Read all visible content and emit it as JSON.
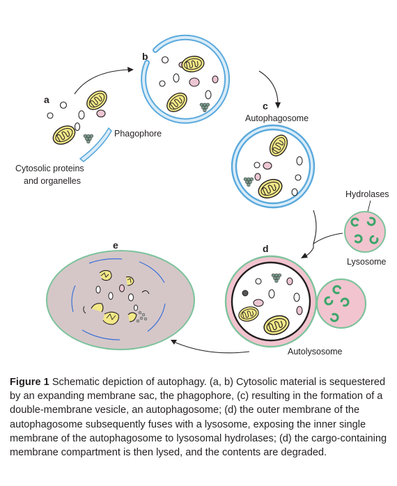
{
  "diagram": {
    "stages": {
      "a": "a",
      "b": "b",
      "c": "c",
      "d": "d",
      "e": "e"
    },
    "labels": {
      "phagophore": "Phagophore",
      "cytosolic_line1": "Cytosolic proteins",
      "cytosolic_line2": "and organelles",
      "autophagosome": "Autophagosome",
      "hydrolases": "Hydrolases",
      "lysosome": "Lysosome",
      "autolysosome": "Autolysosome"
    },
    "colors": {
      "membrane_blue": "#5aa9dc",
      "membrane_green": "#7dc39c",
      "mitochondria_yellow": "#f3e887",
      "vesicle_pink": "#ecc6d2",
      "lysosome_pink": "#f2c4cf",
      "hydrolase_green": "#3aa66a",
      "lysed_fill": "#d5c7c8"
    }
  },
  "caption": {
    "figure_label": "Figure 1",
    "text": " Schematic depiction of autophagy. (a, b) Cytosolic material is sequestered by an expanding membrane sac, the phagophore, (c) resulting in the formation of a double-membrane vesicle, an autophagosome; (d) the outer membrane of the autophagosome subsequently fuses with a lysosome, exposing the inner single membrane of the autophagosome to lysosomal hydrolases; (d) the cargo-containing membrane compartment is then lysed, and the contents are degraded."
  }
}
